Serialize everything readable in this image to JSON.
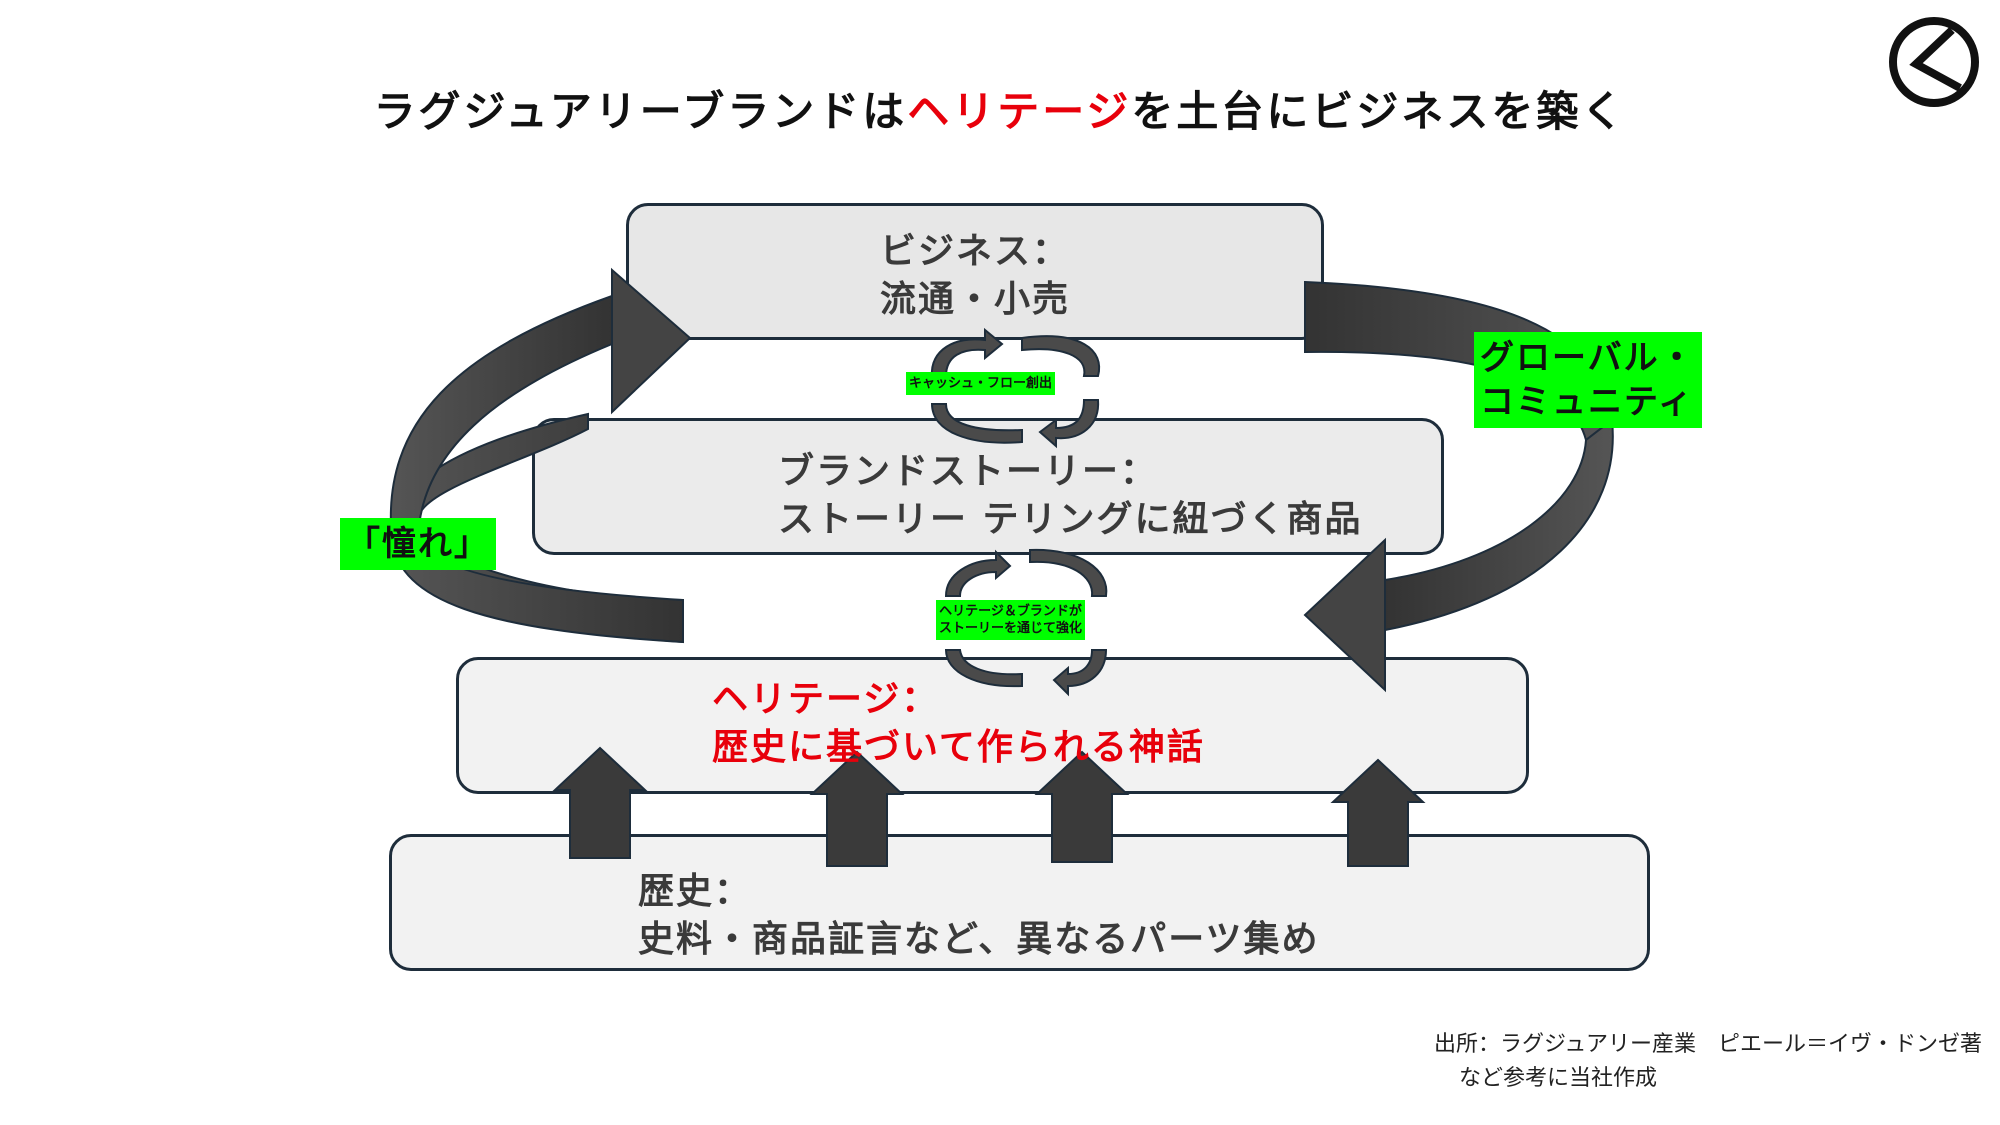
{
  "title": {
    "prefix": "ラグジュアリーブランドは",
    "accent": "ヘリテージ",
    "suffix": "を土台にビジネスを築く"
  },
  "boxes": {
    "business": {
      "line1": "ビジネス：",
      "line2": "流通・小売"
    },
    "story": {
      "line1": "ブランドストーリー：",
      "line2": "ストーリー テリングに紐づく商品"
    },
    "heritage": {
      "line1": "ヘリテージ：",
      "line2": "歴史に基づいて作られる神話"
    },
    "history": {
      "line1": "歴史：",
      "line2": "史料・商品証言など、異なるパーツ集め"
    }
  },
  "labels": {
    "longing": "「憧れ」",
    "global_line1": "グローバル・",
    "global_line2": "コミュニティ",
    "cashflow": "キャッシュ・フロー創出",
    "reinforce_line1": "ヘリテージ＆ブランドが",
    "reinforce_line2": "ストーリーを通じて強化"
  },
  "source": {
    "line1": "出所：ラグジュアリー産業　ピエール＝イヴ・ドンゼ著",
    "line2": "など参考に当社作成"
  },
  "colors": {
    "accent_red": "#e8000b",
    "highlight_green": "#00ff00",
    "arrow_dark": "#3a3a3a",
    "box_border": "#1e2d3b"
  }
}
